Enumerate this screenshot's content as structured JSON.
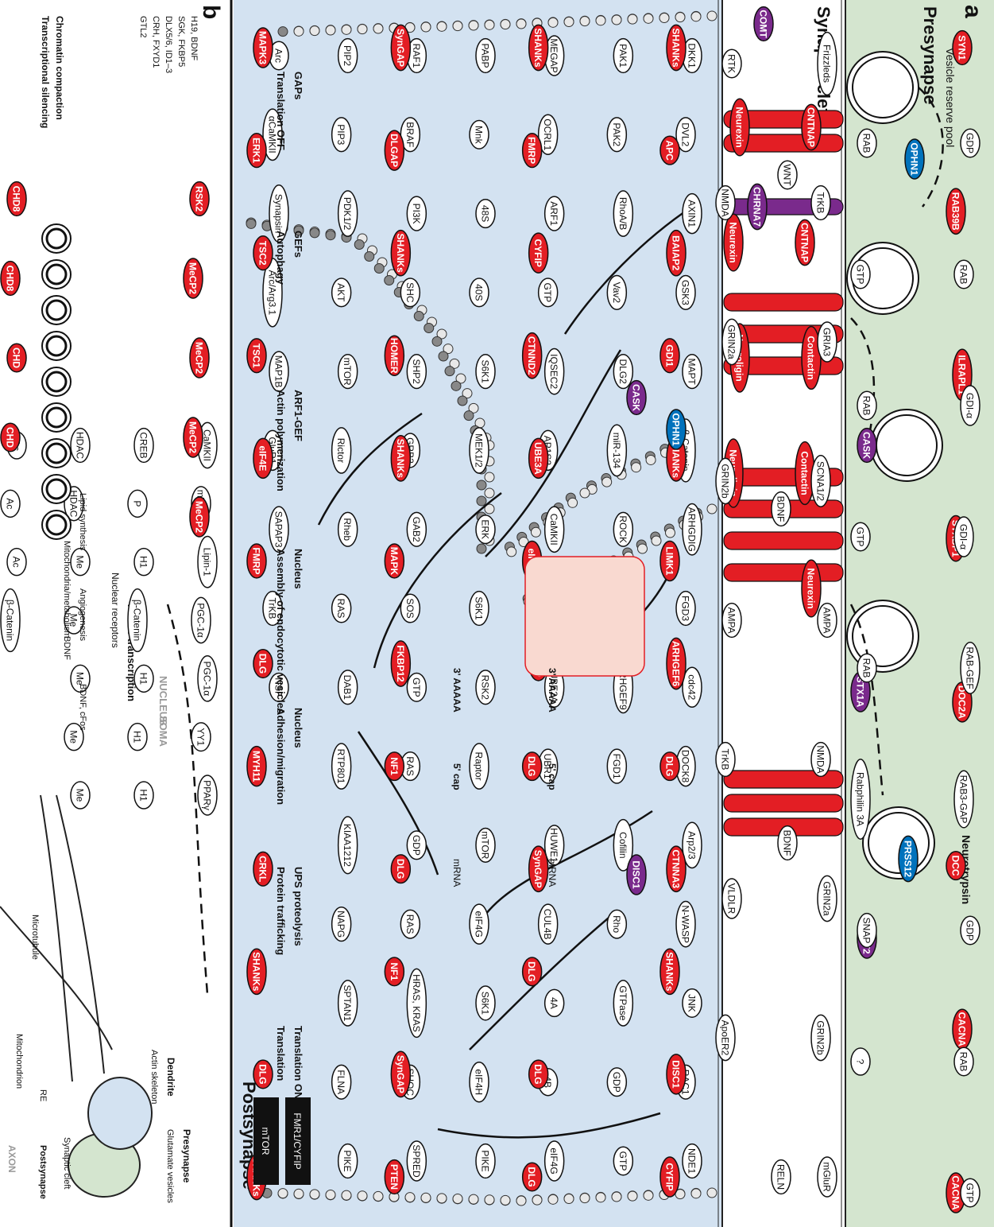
{
  "panel_a": {
    "letter": "a",
    "regions": {
      "presynapse": "Presynapse",
      "cleft": "Synaptic cleft",
      "postsynapse": "Postsynapse"
    },
    "presynaptic": {
      "reserve_pool": "Vesicle reserve pool",
      "proteins_red": [
        "SYN1",
        "RAB39B",
        "ILRAPL1",
        "STXBP1",
        "DOC2A",
        "DCC",
        "CACNA",
        "CACNA"
      ],
      "proteins_blue": [
        "OPHN1",
        "PRSS12"
      ],
      "proteins_purple": [
        "CASK",
        "STX1A",
        "PRRT2"
      ],
      "neurotrypsin": "Neurotrypsin",
      "white_labels": [
        "GDP",
        "RAB",
        "GDI-α",
        "GDI-α",
        "RAB-GEF",
        "RAB3-GAP",
        "GDP",
        "RAB",
        "GTP",
        "RAB",
        "GTP",
        "RAB",
        "GTP",
        "RAB",
        "Rabphilin 3A",
        "SNAP",
        "?"
      ]
    },
    "cleft": {
      "ligands": [
        "WNT",
        "BDNF",
        "BDNF",
        "RELN"
      ],
      "membrane_red": [
        "CNTNAP",
        "CNTNAP",
        "Contactin",
        "Contactin",
        "Neurexin",
        "Neurexin",
        "Neurexin",
        "Neuroligin",
        "Neuroligin"
      ],
      "purple": [
        "COMT",
        "CHRNA7"
      ],
      "receptors": [
        "Frizzleds",
        "TrKB",
        "GRIA3",
        "SCNA1/2",
        "AMPA",
        "NMDA",
        "GRIN2a",
        "GRIN2b",
        "mGluR",
        "RTK",
        "NMDA",
        "GRIN2a",
        "GRIN2b",
        "AMPA",
        "TrKB",
        "VLDLR",
        "ApoER2"
      ]
    },
    "postsynaptic": {
      "red_nodes": [
        "SHANKs",
        "APC",
        "BAIAP2",
        "GDI1",
        "SHANKs",
        "LIMK1",
        "ARHGEF6",
        "DLG",
        "CTNNA3",
        "SHANKs",
        "DISC1",
        "CYFIP",
        "SHANKs",
        "FMRP",
        "CYFIP",
        "CTNND2",
        "UBE3A",
        "eIF4E",
        "FMRP",
        "DLG",
        "SynGAP",
        "DLG",
        "DLG",
        "DLG",
        "SynGAP",
        "DLGAP",
        "SHANKs",
        "HOMER",
        "SHANKs",
        "MAPK",
        "FKBP12",
        "NF1",
        "DLG",
        "NF1",
        "SynGAP",
        "PTEN",
        "MAPK3",
        "ERK1",
        "TSC2",
        "TSC1",
        "eIF4E",
        "FMRP",
        "DLG",
        "MYH11",
        "CRKL",
        "SHANKs",
        "DLG",
        "SHANKs"
      ],
      "purple_nodes": [
        "CASK",
        "DISC1",
        "DISC1"
      ],
      "blue_nodes": [
        "OPHN1"
      ],
      "white_nodes": [
        "DKK1",
        "DVL2",
        "AXIN1",
        "GSK3",
        "MAPT",
        "β-Catenin",
        "ARHGDIG",
        "FGD3",
        "cdc42",
        "DOCK8",
        "Arp2/3",
        "N-WASP",
        "JNK",
        "RAC1",
        "NDE1",
        "PAK1",
        "PAK2",
        "RhoA/B",
        "Vav2",
        "DLG2",
        "miR-134",
        "ROCK",
        "PAK3",
        "ARHGEF9",
        "FGD1",
        "Cofilin",
        "Rho",
        "GTPase",
        "GDP",
        "GTP",
        "MEGAP",
        "OCRL1",
        "ARF1",
        "GTP",
        "IQSEC2",
        "AP1S2",
        "CaMKII",
        "GKAP",
        "UBE2A",
        "UBR1",
        "HUWE1",
        "CUL4B",
        "4A",
        "4B",
        "eIF4G",
        "PABP",
        "Mnk",
        "48S",
        "40S",
        "S6K1",
        "MEK1/2",
        "ERK",
        "S6K1",
        "RSK2",
        "Raptor",
        "mTOR",
        "eIF4G",
        "S6K1",
        "eIF4H",
        "PIKE",
        "RAF1",
        "BRAF",
        "PI3K",
        "SHC",
        "SHP2",
        "GRB2",
        "GAB2",
        "SOS",
        "GTP",
        "RAS",
        "GDP",
        "RAS",
        "HRAS, KRAS",
        "SHOC",
        "SPRED",
        "PIP2",
        "PIP3",
        "PDK1/2",
        "AKT",
        "mTOR",
        "Rictor",
        "Rheb",
        "RAS",
        "DAB1",
        "RTP801",
        "KIAA1212",
        "NAPG",
        "SPTAN1",
        "FLNA",
        "PIKE",
        "Arc",
        "αCaMKII",
        "Synapsin",
        "Arc/Arg3.1",
        "MAP1B",
        "GluR1",
        "SAPAP3",
        "TrKB",
        "NSF"
      ],
      "bold_labels": [
        "GAPs",
        "GEFs",
        "ARF1-GEF",
        "Nucleus",
        "Nucleus",
        "UPS proteolysis",
        "Translation ON",
        "Translation OFF",
        "Autophagy",
        "Actin polymerization",
        "Assembly of endocytotic vesicles",
        "Adhesion/migration",
        "Protein trafficking",
        "Translation"
      ],
      "other_labels": [
        "3' AAAAA",
        "5' cap",
        "mRNA",
        "3' AAAAA",
        "5' cap",
        "mRNA"
      ],
      "black_boxes": [
        "FMR1/CYFIP",
        "mTOR"
      ]
    }
  },
  "panel_b": {
    "letter": "b",
    "schematic": {
      "axon": "AXON",
      "presynapse": "Presynapse",
      "vesicles": "Glutamate vesicles",
      "dendrite": "Dendrite",
      "actin": "Actin skeleton",
      "cleft": "Synaptic cleft",
      "postsynapse": "Postsynapse",
      "re": "RE",
      "mitochondrion": "Mitochondrion",
      "microtubule": "Microtubule"
    },
    "soma_label": "SOMA",
    "nucleus_label": "NUCLEUS",
    "active_transcription": "Active transcription",
    "red_nodes": [
      "RSK2",
      "MeCP2",
      "MeCP2",
      "MeCP2",
      "MeCP2",
      "CHD8",
      "CHD8",
      "CHD",
      "CHD"
    ],
    "white_nodes": [
      "CaMKII",
      "mTOR",
      "Lipin-1",
      "PGC-1α",
      "PGC-1α",
      "YY1",
      "PPARγ",
      "CREB",
      "P",
      "H1",
      "β-Catenin",
      "H1",
      "H1",
      "H1",
      "HDAC",
      "HDAC",
      "Me",
      "Me",
      "Me",
      "Me",
      "Me",
      "Ac",
      "Ac",
      "Ac",
      "β-Catenin"
    ],
    "nuclear_receptors": "Nuclear receptors",
    "outputs": [
      "Lipid synthesis",
      "Mitochondria/metabolism",
      "Angiogenesis",
      "BDNF",
      "BDNF, cFos"
    ],
    "silencing": [
      "Chromatin compaction",
      "Transcriptional silencing"
    ],
    "silenced_genes": [
      "H19, BDNF",
      "SGK, FKBP5",
      "DLX5/6, ID1–3",
      "CRH, FXYD1",
      "GTL2"
    ]
  },
  "colors": {
    "red": "#e31e24",
    "purple": "#7a2a8c",
    "blue": "#0072bc",
    "presynapse_bg": "#d4e5cf",
    "postsynapse_bg": "#d3e2f1"
  }
}
